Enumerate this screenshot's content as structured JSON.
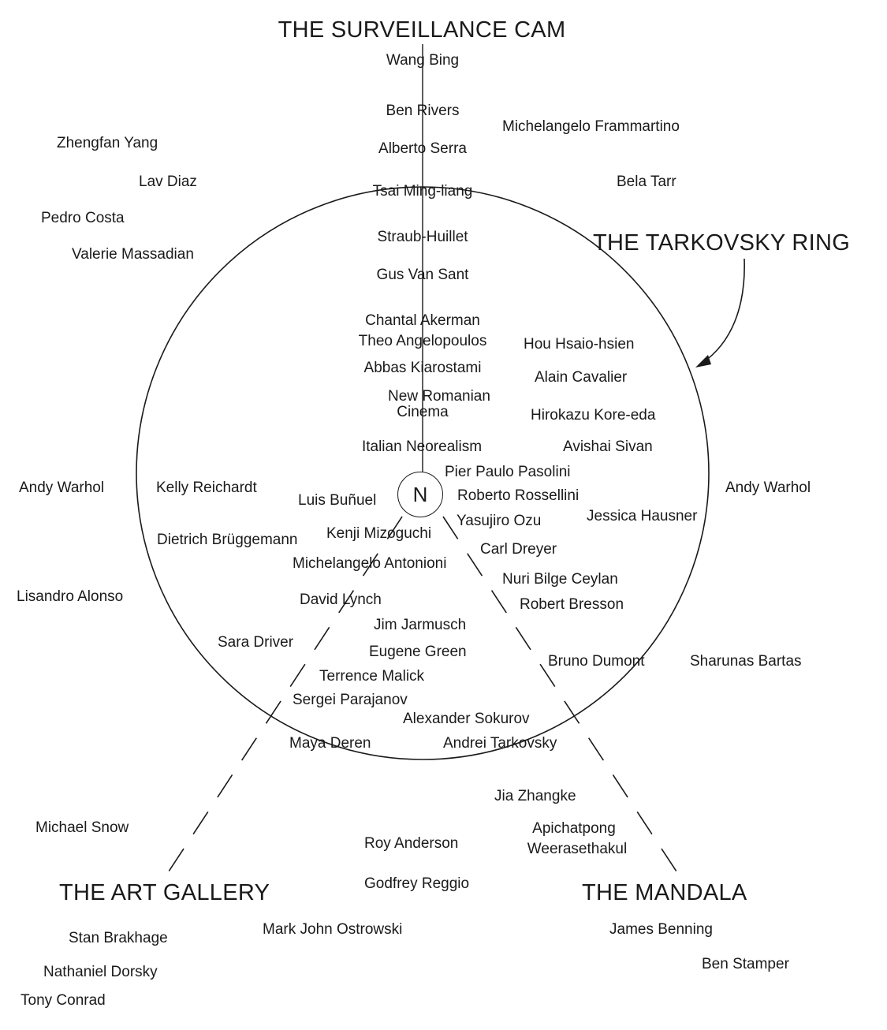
{
  "titles": {
    "surveillance": "THE SURVEILLANCE CAM",
    "tarkovsky": "THE TARKOVSKY RING",
    "art_gallery": "THE ART GALLERY",
    "mandala": "THE MANDALA"
  },
  "center_node": "N",
  "names": {
    "wang_bing": "Wang Bing",
    "ben_rivers": "Ben Rivers",
    "michelangelo_frammartino": "Michelangelo Frammartino",
    "zhengfan_yang": "Zhengfan Yang",
    "alberto_serra": "Alberto Serra",
    "lav_diaz": "Lav Diaz",
    "bela_tarr": "Bela Tarr",
    "tsai_ming_liang": "Tsai Ming-liang",
    "pedro_costa": "Pedro Costa",
    "straub_huillet": "Straub-Huillet",
    "valerie_massadian": "Valerie Massadian",
    "gus_van_sant": "Gus Van Sant",
    "chantal_akerman": "Chantal Akerman",
    "theo_angelopoulos": "Theo Angelopoulos",
    "hou_hsaio_hsien": "Hou Hsaio-hsien",
    "abbas_kiarostami": "Abbas Kiarostami",
    "alain_cavalier": "Alain Cavalier",
    "new_romanian_cinema_1": "New Romanian",
    "new_romanian_cinema_2": "Cinema",
    "hirokazu_kore_eda": "Hirokazu Kore-eda",
    "italian_neorealism": "Italian Neorealism",
    "avishai_sivan": "Avishai Sivan",
    "pier_paulo_pasolini": "Pier Paulo Pasolini",
    "andy_warhol_left": "Andy Warhol",
    "kelly_reichardt": "Kelly Reichardt",
    "luis_bunuel": "Luis Buñuel",
    "roberto_rossellini": "Roberto Rossellini",
    "andy_warhol_right": "Andy Warhol",
    "yasujiro_ozu": "Yasujiro Ozu",
    "jessica_hausner": "Jessica Hausner",
    "dietrich_bruggemann": "Dietrich Brüggemann",
    "kenji_mizoguchi": "Kenji Mizoguchi",
    "carl_dreyer": "Carl Dreyer",
    "michelangelo_antonioni": "Michelangelo Antonioni",
    "nuri_bilge_ceylan": "Nuri Bilge Ceylan",
    "lisandro_alonso": "Lisandro Alonso",
    "david_lynch": "David Lynch",
    "robert_bresson": "Robert Bresson",
    "jim_jarmusch": "Jim Jarmusch",
    "sara_driver": "Sara Driver",
    "eugene_green": "Eugene Green",
    "bruno_dumont": "Bruno Dumont",
    "sharunas_bartas": "Sharunas Bartas",
    "terrence_malick": "Terrence Malick",
    "sergei_parajanov": "Sergei Parajanov",
    "alexander_sokurov": "Alexander Sokurov",
    "maya_deren": "Maya Deren",
    "andrei_tarkovsky": "Andrei Tarkovsky",
    "jia_zhangke": "Jia Zhangke",
    "michael_snow": "Michael Snow",
    "apichatpong_1": "Apichatpong",
    "apichatpong_2": "Weerasethakul",
    "roy_anderson": "Roy Anderson",
    "godfrey_reggio": "Godfrey Reggio",
    "mark_john_ostrowski": "Mark John Ostrowski",
    "james_benning": "James Benning",
    "stan_brakhage": "Stan Brakhage",
    "ben_stamper": "Ben Stamper",
    "nathaniel_dorsky": "Nathaniel Dorsky",
    "tony_conrad": "Tony Conrad"
  }
}
